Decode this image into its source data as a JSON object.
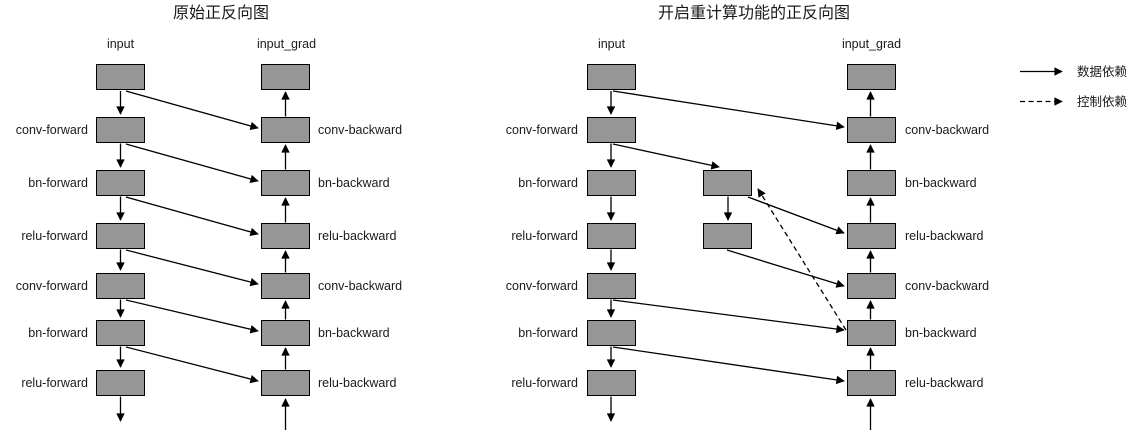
{
  "left": {
    "title": "原始正反向图",
    "input_header": "input",
    "input_grad_header": "input_grad",
    "forward_labels": [
      "conv-forward",
      "bn-forward",
      "relu-forward",
      "conv-forward",
      "bn-forward",
      "relu-forward"
    ],
    "backward_labels": [
      "conv-backward",
      "bn-backward",
      "relu-backward",
      "conv-backward",
      "bn-backward",
      "relu-backward"
    ]
  },
  "right": {
    "title": "开启重计算功能的正反向图",
    "input_header": "input",
    "input_grad_header": "input_grad",
    "forward_labels": [
      "conv-forward",
      "bn-forward",
      "relu-forward",
      "conv-forward",
      "bn-forward",
      "relu-forward"
    ],
    "backward_labels": [
      "conv-backward",
      "bn-backward",
      "relu-backward",
      "conv-backward",
      "bn-backward",
      "relu-backward"
    ]
  },
  "legend": {
    "items": [
      {
        "line_style": "solid",
        "label": "数据依赖"
      },
      {
        "line_style": "dashed",
        "label": "控制依赖"
      }
    ]
  },
  "colors": {
    "node_fill": "#969696",
    "node_border": "#000000",
    "arrow": "#000000",
    "background": "#ffffff",
    "text": "#1a1a1a"
  }
}
